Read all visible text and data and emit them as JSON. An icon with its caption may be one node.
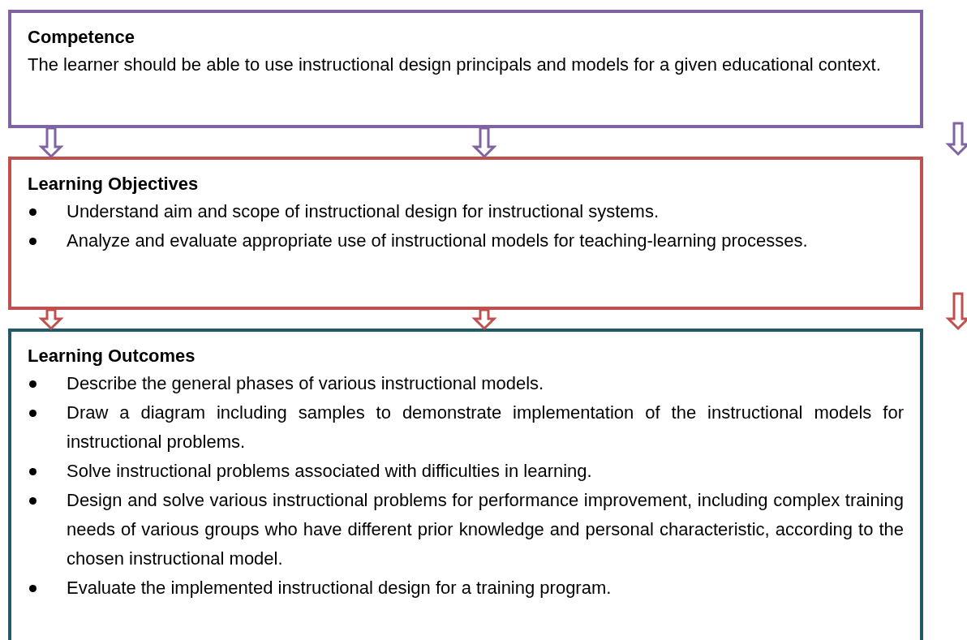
{
  "diagram": {
    "nodes": [
      {
        "text": [
          "Competence",
          "The learner should be able to use instructional design principals and models for a given educational context."
        ]
      },
      {
        "text": [
          "Learning Objectives",
          "Understand aim and scope of instructional design for instructional systems.",
          "Analyze and evaluate appropriate use of instructional models for teaching-learning processes."
        ]
      },
      {
        "text": [
          "Learning Outcomes",
          "Describe the general phases of various instructional models.",
          "Draw a diagram including samples to demonstrate implementation of the instructional models for instructional problems.",
          "Solve instructional problems associated with difficulties in learning.",
          "Design and solve various instructional problems for performance improvement, including complex training needs of various groups who have different prior knowledge and personal characteristic, according to the chosen instructional model.",
          "Evaluate the implemented instructional design for a training program."
        ]
      }
    ],
    "edges": [
      {
        "from": 0,
        "to": 1,
        "arrow": "to"
      },
      {
        "from": 0,
        "to": 1,
        "arrow": "to"
      },
      {
        "from": 1,
        "to": 2,
        "arrow": "to"
      },
      {
        "from": 1,
        "to": 2,
        "arrow": "to"
      }
    ]
  }
}
